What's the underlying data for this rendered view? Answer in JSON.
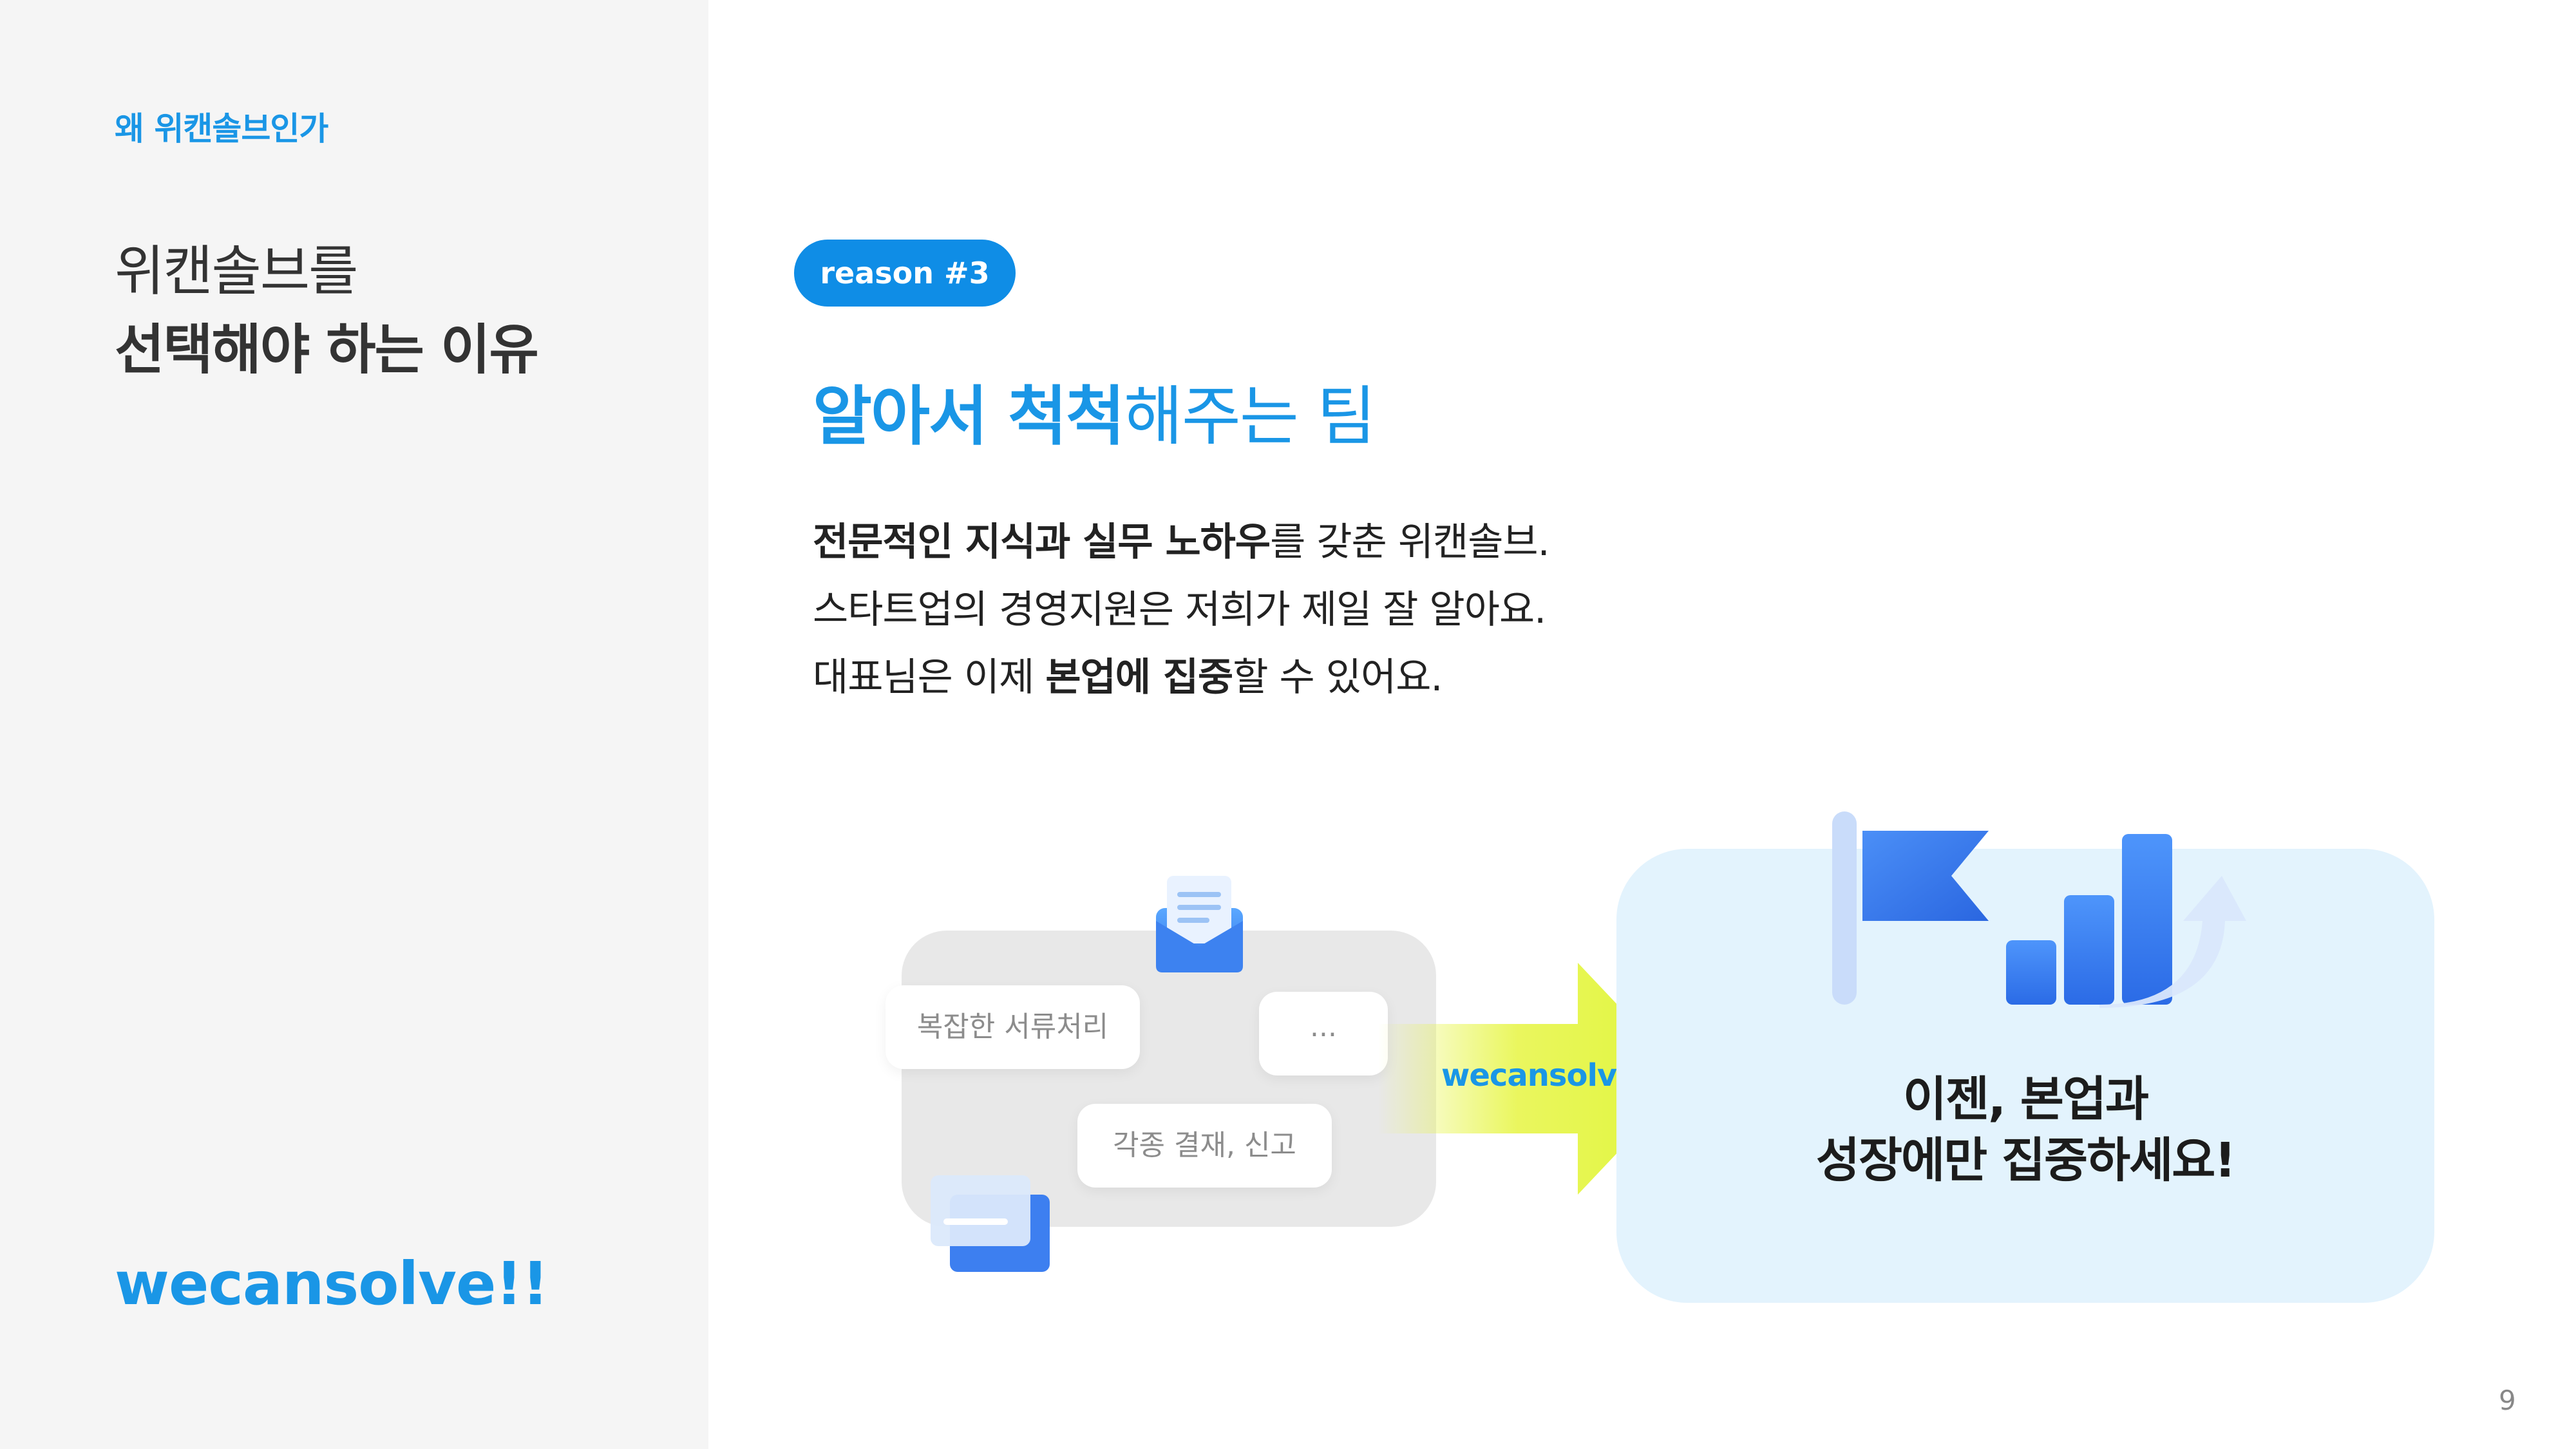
{
  "sidebar": {
    "section_label": "왜 위캔솔브인가",
    "title_line1": "위캔솔브를",
    "title_line2": "선택해야 하는 이유",
    "brand": "wecansolve!!"
  },
  "main": {
    "badge": "reason #3",
    "headline": {
      "bold": "알아서 척척",
      "regular": "해주는 팀"
    },
    "body": {
      "line1_bold": "전문적인 지식과 실무 노하우",
      "line1_rest": "를 갖춘 위캔솔브.",
      "line2": "스타트업의 경영지원은 저희가 제일 잘 알아요.",
      "line3_pre": "대표님은 이제 ",
      "line3_bold": "본업에 집중",
      "line3_post": "할 수 있어요."
    },
    "page_number": "9"
  },
  "illustration": {
    "chips": [
      "복잡한 서류처리",
      "...",
      "각종 결재, 신고"
    ],
    "arrow_label": "wecansolve!!",
    "result_line1": "이젠, 본업과",
    "result_line2": "성장에만 집중하세요!",
    "icons": [
      "mail-icon",
      "card-icon",
      "flag-icon",
      "growth-chart-icon",
      "arrow-right-icon"
    ]
  },
  "colors": {
    "accent": "#1a96e6",
    "sidebar_bg": "#f5f5f5",
    "result_bg": "#e3f3fd",
    "arrow_green": "#e6f542"
  }
}
